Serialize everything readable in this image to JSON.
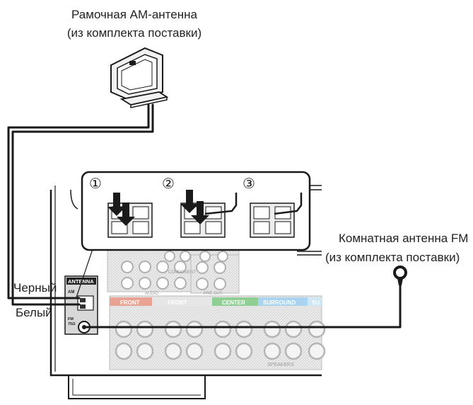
{
  "am_antenna": {
    "title": "Рамочная АМ-антенна",
    "subtitle": "(из комплекта поставки)"
  },
  "fm_antenna": {
    "title": "Комнатная антенна FM",
    "subtitle": "(из комплекта поставки)"
  },
  "wires": {
    "black": "Черный",
    "white": "Белый"
  },
  "steps": [
    "①",
    "②",
    "③"
  ],
  "panel": {
    "antenna_header": "ANTENNA",
    "am": "AM",
    "fm": "FM",
    "fm_ohm": "75Ω",
    "speaker_sections": [
      "FRONT",
      "FRONT",
      "CENTER",
      "SURROUND",
      "SU"
    ],
    "speakers": "SPEAKERS",
    "component": "COMPONENT",
    "audio": "AUDIO",
    "pre_out": "PRE OUT"
  },
  "colors": {
    "front_r": "#e8a394",
    "front_l": "#d9d9d9",
    "center": "#8fcf94",
    "surround": "#a9d3ee",
    "panel_gray": "#d8d8d8",
    "line": "#1a1a1a"
  }
}
